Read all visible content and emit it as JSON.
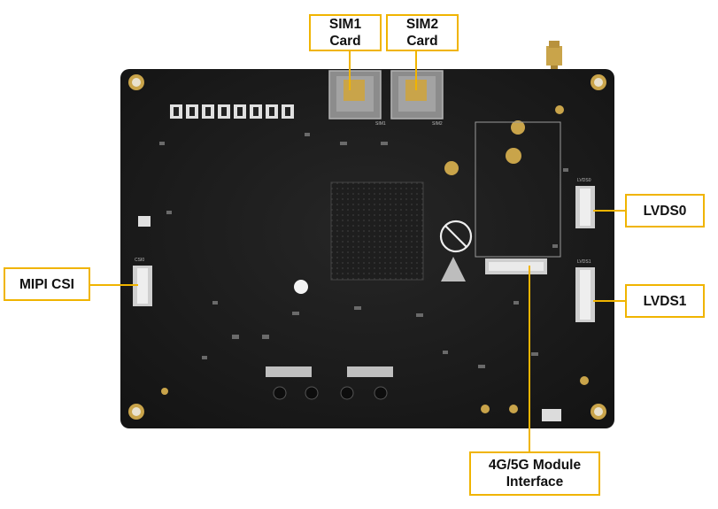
{
  "callouts": {
    "sim1": {
      "line1": "SIM1",
      "line2": "Card"
    },
    "sim2": {
      "line1": "SIM2",
      "line2": "Card"
    },
    "lvds0": {
      "label": "LVDS0"
    },
    "lvds1": {
      "label": "LVDS1"
    },
    "mipi": {
      "label": "MIPI CSI"
    },
    "module": {
      "line1": "4G/5G Module",
      "line2": "Interface"
    }
  },
  "silkscreen": {
    "sim1": "SIM1",
    "sim2": "SIM2",
    "lvds0": "LVDS0",
    "lvds1": "LVDS1",
    "csi": "CSI0"
  },
  "colors": {
    "board": "#1c1c1c",
    "accent": "#f0b400",
    "gold": "#c9a44a"
  }
}
